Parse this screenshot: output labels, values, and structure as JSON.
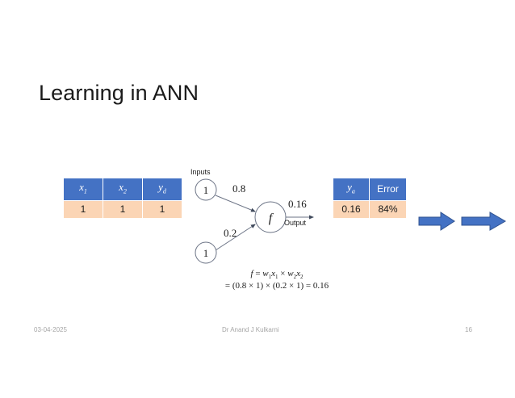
{
  "slide": {
    "title": "Learning in ANN",
    "background_color": "#ffffff",
    "accent_blue": "#4472c4",
    "row_peach": "#fbd5b5"
  },
  "left_table": {
    "headers": [
      "x1",
      "x2",
      "yd"
    ],
    "header_display": [
      "x",
      "x",
      "y"
    ],
    "header_subs": [
      "1",
      "2",
      "d"
    ],
    "row": [
      "1",
      "1",
      "1"
    ]
  },
  "right_table": {
    "header_display": [
      "y",
      "Error"
    ],
    "header_sub": "a",
    "row": [
      "0.16",
      "84%"
    ]
  },
  "network": {
    "inputs_label": "Inputs",
    "output_label": "Output",
    "input_node_1_value": "1",
    "input_node_2_value": "1",
    "weight_1": "0.8",
    "weight_2": "0.2",
    "neuron_symbol": "f",
    "output_value": "0.16"
  },
  "formula": {
    "line1": "f = w1x1 × w2x2",
    "line2": "= (0.8 × 1) × (0.2 × 1) = 0.16"
  },
  "arrows": {
    "arrow_1_name": "blue-right-arrow",
    "arrow_2_name": "blue-right-arrow",
    "color": "#4472c4"
  },
  "footer": {
    "date": "03-04-2025",
    "author": "Dr Anand J Kulkarni",
    "page": "16"
  }
}
